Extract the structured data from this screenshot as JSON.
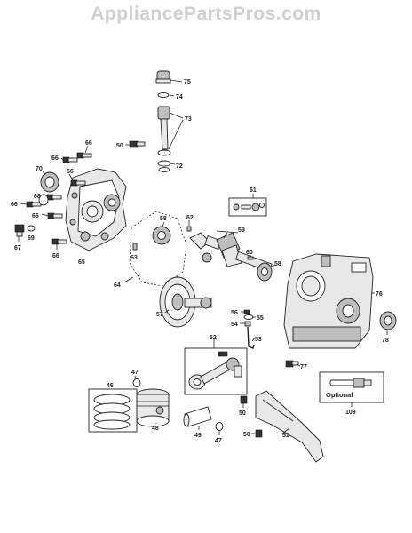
{
  "watermark": "AppliancePartsPros.com",
  "callouts": {
    "c75": "75",
    "c74": "74",
    "c73": "73",
    "c72": "72",
    "c50a": "50",
    "c66a": "66",
    "c66b": "66",
    "c66c": "66",
    "c66d": "66",
    "c66e": "66",
    "c66f": "66",
    "c70": "70",
    "c69": "69",
    "c67": "67",
    "c65": "65",
    "c68": "68",
    "c62": "62",
    "c61": "61",
    "c59": "59",
    "c60": "60",
    "c58a": "58",
    "c58b": "58",
    "c63": "63",
    "c64": "64",
    "c57": "57",
    "c76": "76",
    "c56": "56",
    "c55": "55",
    "c54": "54",
    "c53": "53",
    "c78": "78",
    "c52": "52",
    "c77": "77",
    "c47a": "47",
    "c46": "46",
    "c48": "48",
    "c50b": "50",
    "c49": "49",
    "c47b": "47",
    "c50c": "50",
    "c51": "51",
    "c109": "109"
  },
  "optional_label": "Optional"
}
